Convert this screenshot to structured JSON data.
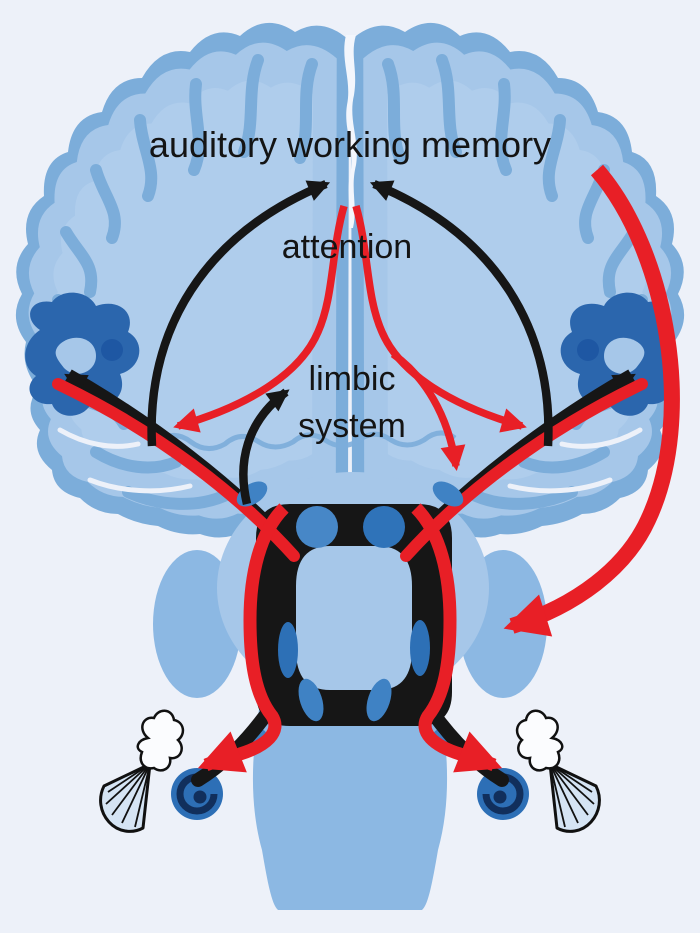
{
  "labels": {
    "auditory_working_memory": "auditory working memory",
    "attention": "attention",
    "limbic_line1": "limbic",
    "limbic_line2": "system"
  },
  "colors": {
    "background": "#edf1f9",
    "ribbon": "#7cadda",
    "fill": "#a6c7e9",
    "mid": "#8cb8e3",
    "inner_light": "#b7d2ee",
    "dark_cortex": "#2b66ad",
    "nucleus": "#3f82c4",
    "nucleus_light": "#4787c7",
    "nucleus_deep": "#2d70b6",
    "red": "#e81f26",
    "black": "#161616",
    "text": "#141414",
    "cochlea": "#2d6fb6",
    "cochlea_dark": "#112f5c",
    "fan_fill": "#d5e4f4",
    "bone_white": "#fbfcfe"
  }
}
